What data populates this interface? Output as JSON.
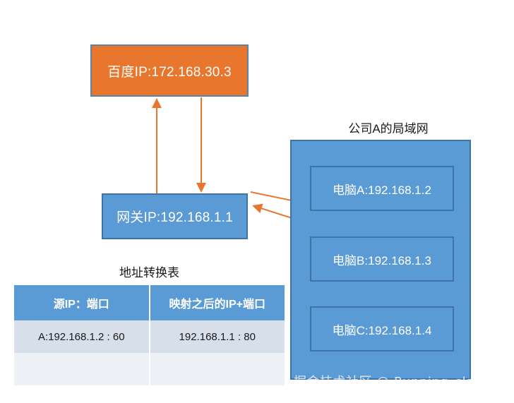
{
  "diagram": {
    "internet_node": {
      "label": "百度IP:172.168.30.3",
      "color": "#E8762C",
      "border_color": "#5B83A8"
    },
    "gateway_node": {
      "label": "网关IP:192.168.1.1",
      "color": "#5B9BD5",
      "border_color": "#3F73A8"
    },
    "lan": {
      "title": "公司A的局域网",
      "color": "#5B9BD5",
      "border_color": "#3F73A8",
      "hosts": [
        {
          "label": "电脑A:192.168.1.2"
        },
        {
          "label": "电脑B:192.168.1.3"
        },
        {
          "label": "电脑C:192.168.1.4"
        }
      ]
    },
    "arrows": {
      "color": "#E8762C",
      "items": [
        {
          "name": "gateway-to-internet-uplink",
          "direction": "up"
        },
        {
          "name": "internet-to-gateway-downlink",
          "direction": "down"
        },
        {
          "name": "host-to-gateway-request",
          "direction": "up-left"
        },
        {
          "name": "gateway-to-host-response",
          "direction": "down-right"
        }
      ]
    }
  },
  "nat_table": {
    "title": "地址转换表",
    "headers": [
      "源IP：端口",
      "映射之后的IP+端口"
    ],
    "rows": [
      {
        "source": "A:192.168.1.2 : 60",
        "mapped": "192.168.1.1 : 80"
      },
      {
        "source": "",
        "mapped": ""
      }
    ],
    "header_color": "#5B9BD5"
  },
  "watermark": {
    "text": "掘金技术社区 @ Running_slave"
  }
}
